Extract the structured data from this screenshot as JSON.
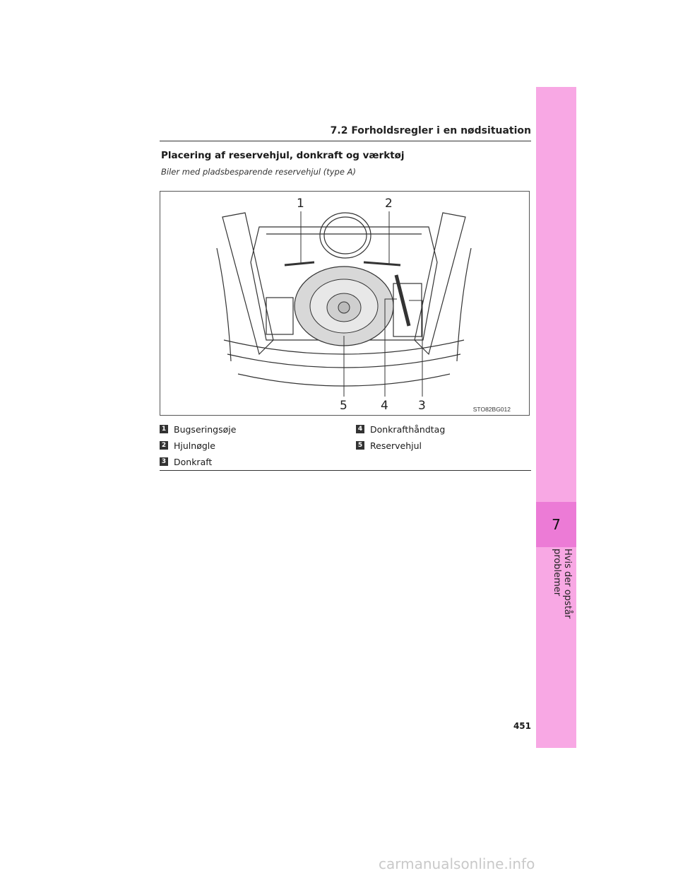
{
  "header": {
    "section_title": "7.2  Forholdsregler i en nødsituation"
  },
  "content": {
    "heading": "Placering af reservehjul, donkraft og værktøj",
    "caption": "Biler med pladsbesparende reservehjul (type A)"
  },
  "figure": {
    "code": "STO82BG012",
    "callouts": [
      "1",
      "2",
      "3",
      "4",
      "5"
    ]
  },
  "legend": [
    {
      "num": "1",
      "label": "Bugseringsøje"
    },
    {
      "num": "2",
      "label": "Hjulnøgle"
    },
    {
      "num": "3",
      "label": "Donkraft"
    },
    {
      "num": "4",
      "label": "Donkrafthåndtag"
    },
    {
      "num": "5",
      "label": "Reservehjul"
    }
  ],
  "sidebar": {
    "chapter_number": "7",
    "chapter_title": "Hvis der opstår problemer"
  },
  "footer": {
    "page_number": "451",
    "watermark": "carmanualsonline.info"
  },
  "colors": {
    "tab": "#f8a8e4",
    "tab_active": "#ec7bd6"
  }
}
